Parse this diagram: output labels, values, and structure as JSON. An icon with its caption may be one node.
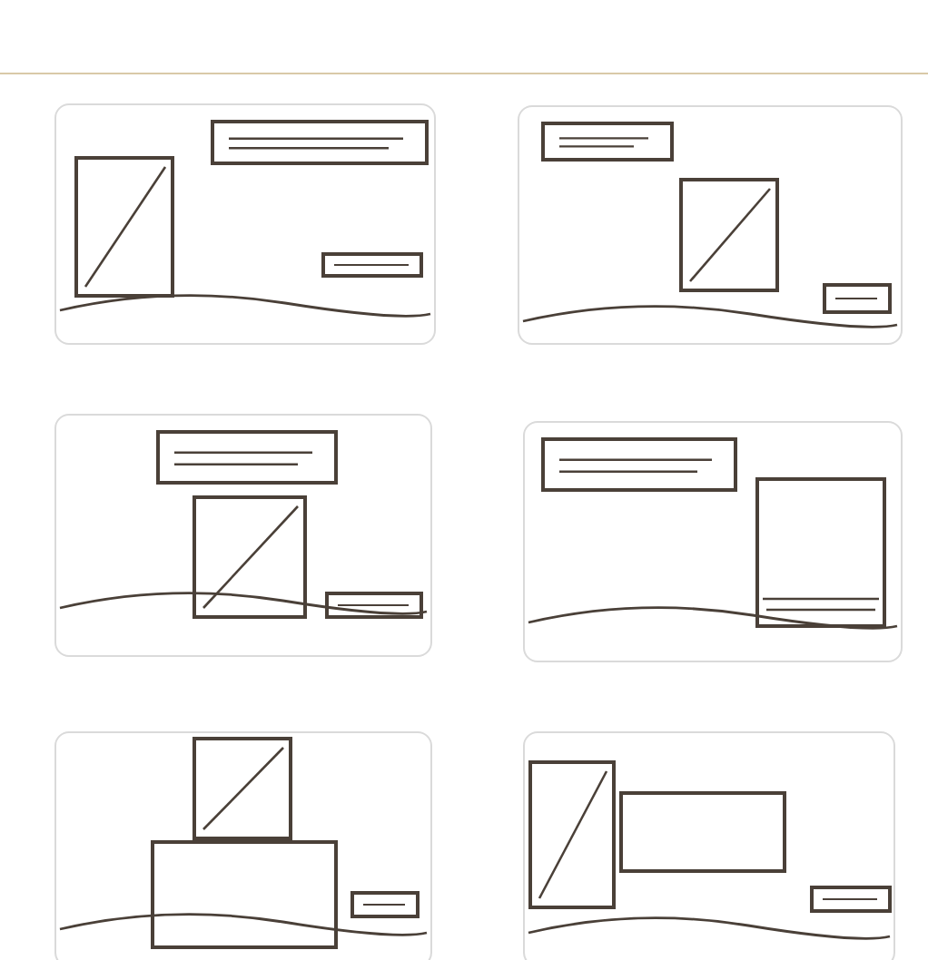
{
  "diagram": {
    "nodes": [
      {
        "text": [],
        "shape": "box"
      },
      {
        "text": [],
        "shape": "box",
        "in": 0
      },
      {
        "text": [],
        "shape": "box",
        "in": 0
      },
      {
        "text": [],
        "shape": "box",
        "in": 0
      },
      {
        "text": [],
        "shape": "box"
      },
      {
        "text": [],
        "shape": "box",
        "in": 4
      },
      {
        "text": [],
        "shape": "box",
        "in": 4
      },
      {
        "text": [],
        "shape": "box",
        "in": 4
      },
      {
        "text": [],
        "shape": "box"
      },
      {
        "text": [],
        "shape": "box",
        "in": 8
      },
      {
        "text": [],
        "shape": "box",
        "in": 8
      },
      {
        "text": [],
        "shape": "box",
        "in": 8
      },
      {
        "text": [],
        "shape": "box"
      },
      {
        "text": [],
        "shape": "box",
        "in": 12
      },
      {
        "text": [],
        "shape": "box",
        "in": 12
      },
      {
        "text": [],
        "shape": "box"
      },
      {
        "text": [],
        "shape": "box",
        "in": 15
      },
      {
        "text": [],
        "shape": "box",
        "in": 15
      },
      {
        "text": [],
        "shape": "box",
        "in": 15
      },
      {
        "text": [],
        "shape": "box"
      },
      {
        "text": [],
        "shape": "box",
        "in": 19
      },
      {
        "text": [],
        "shape": "box",
        "in": 19
      },
      {
        "text": [],
        "shape": "box",
        "in": 19
      }
    ]
  }
}
